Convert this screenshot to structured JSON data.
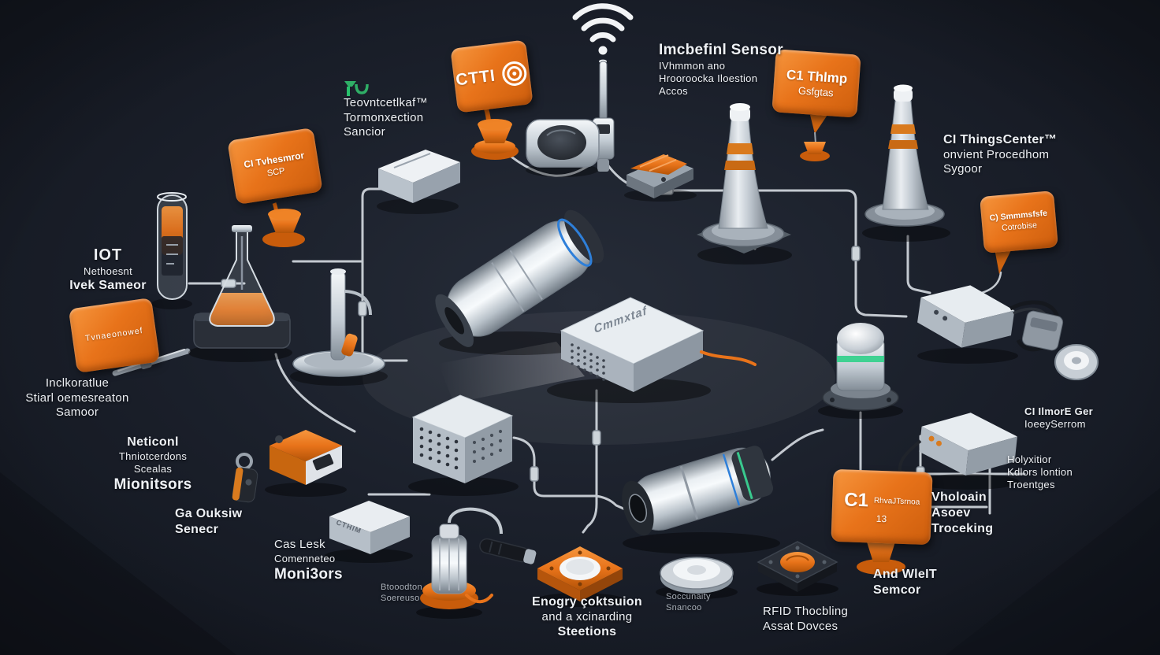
{
  "colors": {
    "background": "#1b202b",
    "accent_orange": "#e8731a",
    "line_gray": "#d2d8de",
    "silver": "#d9dfe5",
    "text_light": "#eef1f5",
    "text_muted": "#a9b0b9",
    "green_accent": "#2fae66",
    "blue_accent": "#2e7fd9"
  },
  "icons": {
    "wifi": "wifi-icon",
    "target_rings": "target-rings-icon",
    "green_meter": "green-meter-icon"
  },
  "signs": {
    "cti": {
      "logo_text": "CTTI"
    },
    "upper_left": {
      "lines": [
        "CI Tvhesmror",
        "SCP"
      ]
    },
    "c1_things": {
      "lines": [
        "C1 Thlmp",
        "Gsfgtas"
      ]
    },
    "left": {
      "lines": [
        "Tvnaeonowef"
      ]
    },
    "c1_bottom": {
      "title": "C1",
      "subtitle": "RhvaJTsrnoa",
      "line2": "13"
    },
    "right": {
      "lines": [
        "C) Smmmsfsfe",
        "Cotrobise"
      ]
    }
  },
  "labels": {
    "temperature_sensor": {
      "lines": [
        "Teovntcetlkaf™",
        "Tormonxection",
        "Sancior"
      ]
    },
    "industrial_sensor": {
      "title": "Imcbefinl Sensor",
      "lines": [
        "IVhmmon ano",
        "Hrooroocka Iloestion",
        "Accos"
      ]
    },
    "things_center": {
      "lines": [
        "CI ThingsCenter™",
        "onvient Procedhom",
        "Sygoor"
      ]
    },
    "iot_sensor": {
      "lines": [
        "IOT",
        "Nethoesnt",
        "Ivek Sameor"
      ]
    },
    "inclinometer": {
      "lines": [
        "Inclkoratlue",
        "Stiarl oemesreaton",
        "Samoor"
      ]
    },
    "national_monitors": {
      "lines": [
        "Neticonl",
        "Thniotcerdons",
        "Scealas",
        "Mionitsors"
      ]
    },
    "gas_sensor": {
      "lines": [
        "Ga Ouksiw",
        "Senecr"
      ]
    },
    "gas_leak": {
      "lines": [
        "Cas Lesk",
        "Comenneteo",
        "Moni3ors"
      ]
    },
    "production": {
      "lines": [
        "Btooodton",
        "Soereuso"
      ]
    },
    "energy_stations": {
      "lines": [
        "Enogry çoktsuion",
        "and a xcinarding",
        "Steetions"
      ]
    },
    "security": {
      "lines": [
        "Soccunaity",
        "Snancoo"
      ]
    },
    "rfid": {
      "lines": [
        "RFID Thocbling",
        "Assat Dovces"
      ]
    },
    "wlet": {
      "lines": [
        "And WleIT",
        "Semcor"
      ]
    },
    "asset_tracking": {
      "lines": [
        "Vholoain",
        "Asoev",
        "Troceking"
      ]
    },
    "location": {
      "lines": [
        "Holyxitior",
        "Kdlors lontion",
        "Troentges"
      ]
    },
    "ihunter": {
      "lines": [
        "CI IlmorE Ger",
        "IoeeySerrom"
      ]
    }
  },
  "device_texts": {
    "gateway": "Cmmxtaf",
    "silver_box": "CTHIM"
  }
}
